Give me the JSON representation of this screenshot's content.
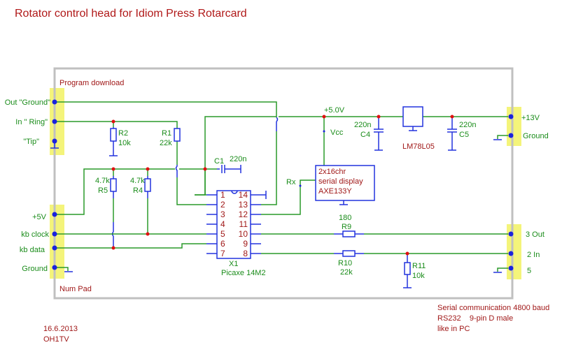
{
  "title": "Rotator control head for Idiom Press Rotarcard",
  "connectors": {
    "program_download": {
      "label": "Program download",
      "pins": [
        "Out \"Ground\"",
        "In \" Ring\"",
        "\"Tip\""
      ]
    },
    "num_pad": {
      "label": "Num Pad",
      "pins": [
        "+5V",
        "kb clock",
        "kb data",
        "Ground"
      ]
    },
    "power": {
      "pins": [
        "+13V",
        "Ground"
      ]
    },
    "rs232": {
      "pins": [
        "3 Out",
        "2 In",
        "5"
      ]
    }
  },
  "components": {
    "R1": {
      "name": "R1",
      "value": "22k"
    },
    "R2": {
      "name": "R2",
      "value": "10k"
    },
    "R4": {
      "name": "R4",
      "value": "4.7k"
    },
    "R5": {
      "name": "R5",
      "value": "4.7k"
    },
    "R9": {
      "name": "R9",
      "value": "180"
    },
    "R10": {
      "name": "R10",
      "value": "22k"
    },
    "R11": {
      "name": "R11",
      "value": "10k"
    },
    "C1": {
      "name": "C1",
      "value": "220n"
    },
    "C4": {
      "name": "C4",
      "value": "220n"
    },
    "C5": {
      "name": "C5",
      "value": "220n"
    },
    "regulator": {
      "name": "LM78L05"
    },
    "ic": {
      "ref": "X1",
      "part": "Picaxe 14M2",
      "left_pins": [
        "1",
        "2",
        "3",
        "4",
        "5",
        "6",
        "7"
      ],
      "right_pins": [
        "14",
        "13",
        "12",
        "11",
        "10",
        "9",
        "8"
      ]
    },
    "display": {
      "lines": [
        "2x16chr",
        "serial display",
        "AXE133Y"
      ],
      "vcc_label": "Vcc",
      "rx_label": "Rx"
    }
  },
  "nets": {
    "supply": "+5.0V"
  },
  "notes": {
    "serial": [
      "Serial communication 4800 baud",
      "RS232    9-pin D male",
      "like in PC"
    ],
    "date": "16.6.2013",
    "author": "OH1TV"
  }
}
